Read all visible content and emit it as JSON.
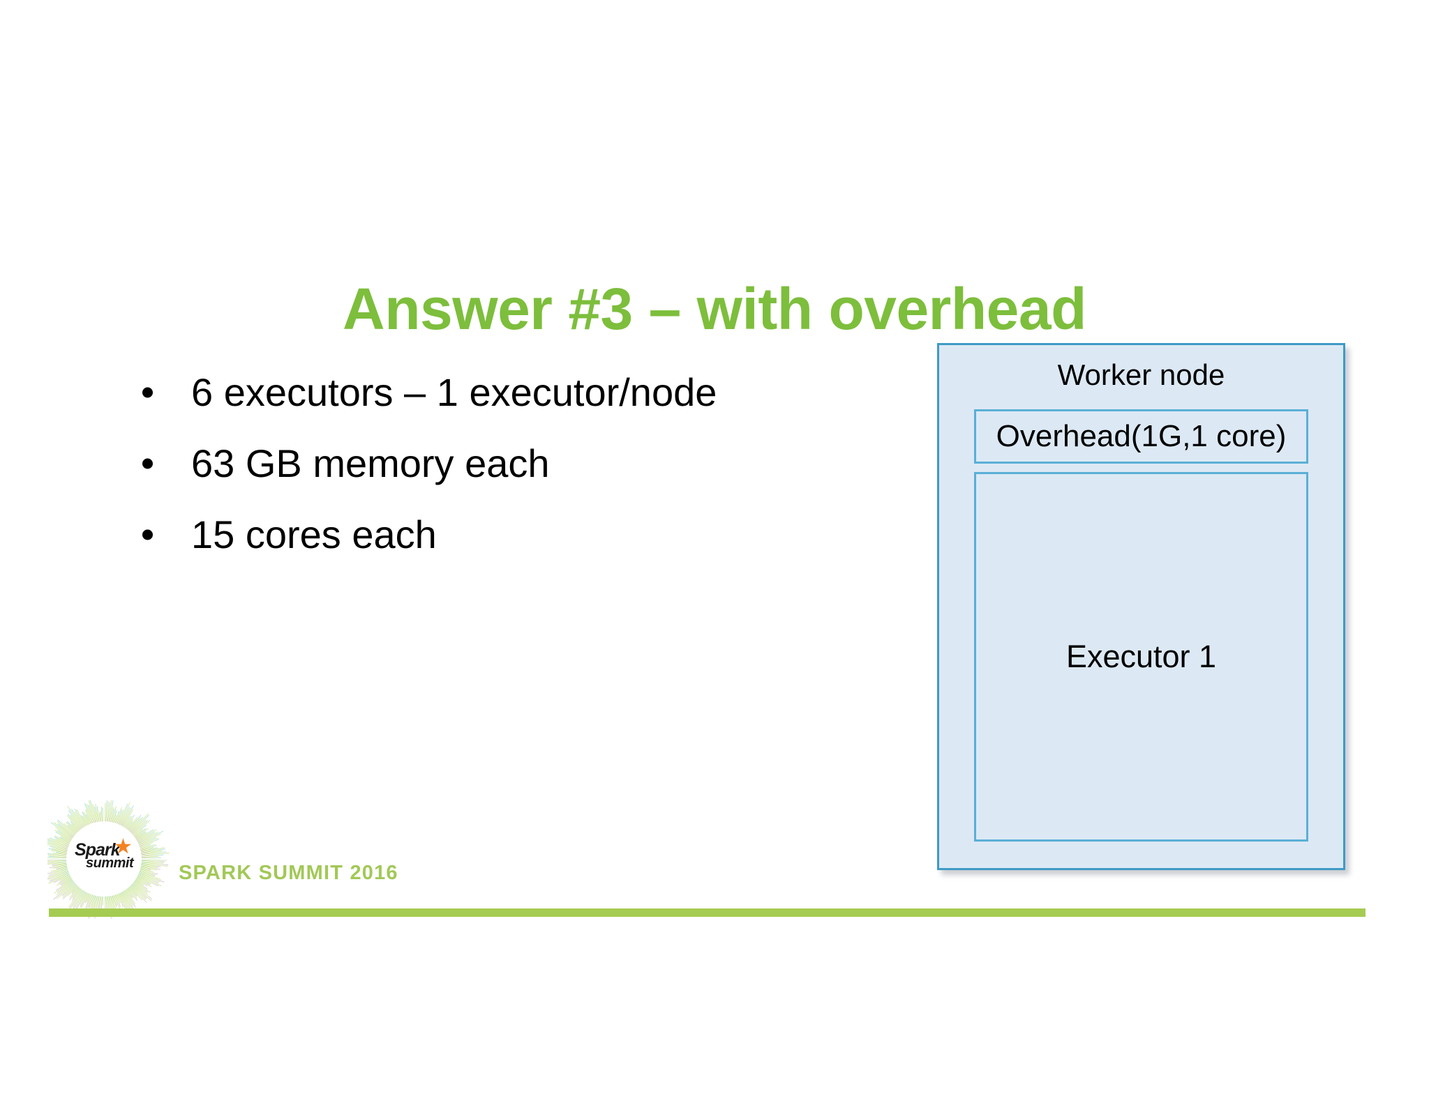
{
  "slide": {
    "title": "Answer #3 – with overhead",
    "title_color": "#7DBE3C",
    "background_color": "#FFFFFF"
  },
  "bullets": [
    {
      "text": "6 executors – 1 executor/node"
    },
    {
      "text": "63 GB memory each"
    },
    {
      "text": "15 cores each"
    }
  ],
  "diagram": {
    "worker_node_label": "Worker node",
    "overhead_label": "Overhead(1G,1 core)",
    "executor_label": "Executor 1",
    "fill_color": "#DCE9F4",
    "border_color": "#3E9AC6",
    "inner_border_color": "#5AAFD6"
  },
  "footer": {
    "logo_spark": "Spark",
    "logo_summit": "summit",
    "logo_star_icon": "star-icon",
    "text": "SPARK SUMMIT 2016",
    "text_color": "#A2C857",
    "bar_color": "#A5CC52"
  }
}
